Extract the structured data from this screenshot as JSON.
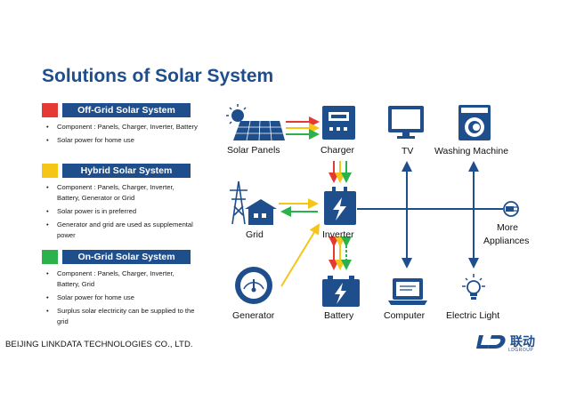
{
  "title": "Solutions of Solar System",
  "colors": {
    "brand": "#1f4e8c",
    "red": "#e53935",
    "yellow": "#f5c518",
    "green": "#2bb24c",
    "line": "#1f4e8c"
  },
  "sections": [
    {
      "name": "Off-Grid Solar System",
      "color": "#e53935",
      "bullets": [
        "Component : Panels, Charger, Inverter, Battery",
        "Solar power for home use"
      ]
    },
    {
      "name": "Hybrid Solar System",
      "color": "#f5c518",
      "bullets": [
        "Component : Panels, Charger, Inverter, Battery, Generator or Grid",
        "Solar power is in preferred",
        "Generator and grid are used as supplemental power"
      ]
    },
    {
      "name": "On-Grid Solar System",
      "color": "#2bb24c",
      "bullets": [
        "Component : Panels, Charger, Inverter, Battery, Grid",
        "Solar power for home use",
        "Surplus solar electricity can be supplied to the grid"
      ]
    }
  ],
  "nodes": {
    "solar_panels": {
      "label": "Solar Panels",
      "icon": "solar-panel-icon"
    },
    "charger": {
      "label": "Charger",
      "icon": "charger-icon"
    },
    "tv": {
      "label": "TV",
      "icon": "tv-icon"
    },
    "washing_machine": {
      "label": "Washing Machine",
      "icon": "washing-machine-icon"
    },
    "grid": {
      "label": "Grid",
      "icon": "grid-tower-icon"
    },
    "inverter": {
      "label": "Inverter",
      "icon": "inverter-icon"
    },
    "more_appliances_line1": {
      "label": "More"
    },
    "more_appliances_line2": {
      "label": "Appliances"
    },
    "generator": {
      "label": "Generator",
      "icon": "generator-gauge-icon"
    },
    "battery": {
      "label": "Battery",
      "icon": "battery-icon"
    },
    "computer": {
      "label": "Computer",
      "icon": "laptop-icon"
    },
    "electric_light": {
      "label": "Electric Light",
      "icon": "light-bulb-icon"
    }
  },
  "footer": "BEIJING LINKDATA TECHNOLOGIES CO., LTD.",
  "logo": {
    "mark": "LD",
    "cn": "联动",
    "sub": "LDGROUP"
  }
}
